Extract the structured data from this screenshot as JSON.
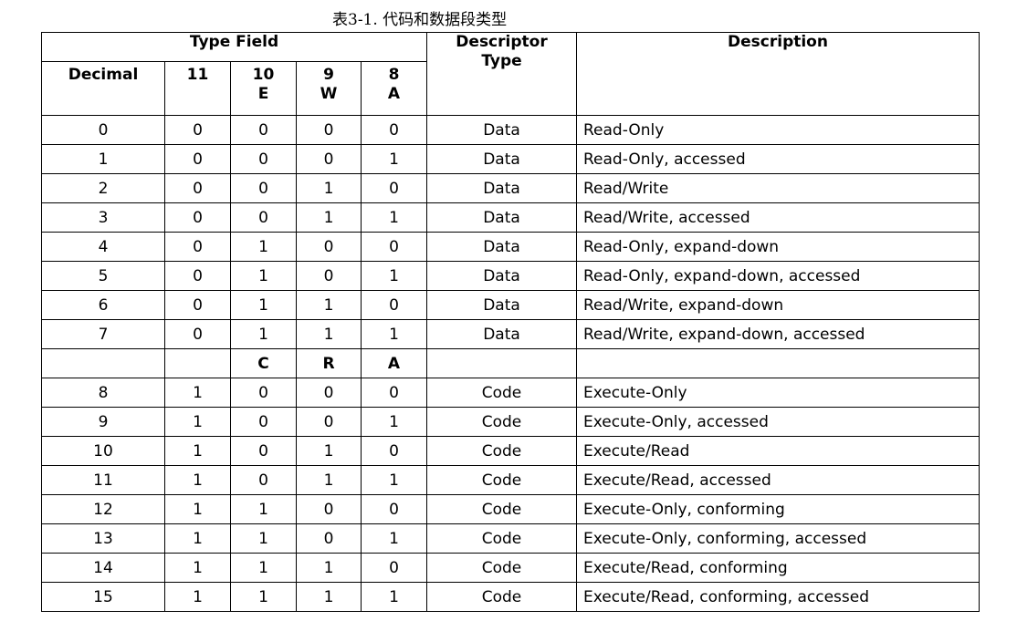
{
  "caption": "表3-1. 代码和数据段类型",
  "header": {
    "type_field": "Type Field",
    "descriptor_type_line1": "Descriptor",
    "descriptor_type_line2": "Type",
    "description": "Description",
    "decimal": "Decimal",
    "bit11": "11",
    "bit10": "10",
    "bit10_flag": "E",
    "bit9": "9",
    "bit9_flag": "W",
    "bit8": "8",
    "bit8_flag": "A"
  },
  "data_rows": [
    {
      "decimal": "0",
      "b11": "0",
      "b10": "0",
      "b9": "0",
      "b8": "0",
      "type": "Data",
      "description": "Read-Only"
    },
    {
      "decimal": "1",
      "b11": "0",
      "b10": "0",
      "b9": "0",
      "b8": "1",
      "type": "Data",
      "description": "Read-Only, accessed"
    },
    {
      "decimal": "2",
      "b11": "0",
      "b10": "0",
      "b9": "1",
      "b8": "0",
      "type": "Data",
      "description": "Read/Write"
    },
    {
      "decimal": "3",
      "b11": "0",
      "b10": "0",
      "b9": "1",
      "b8": "1",
      "type": "Data",
      "description": "Read/Write, accessed"
    },
    {
      "decimal": "4",
      "b11": "0",
      "b10": "1",
      "b9": "0",
      "b8": "0",
      "type": "Data",
      "description": "Read-Only, expand-down"
    },
    {
      "decimal": "5",
      "b11": "0",
      "b10": "1",
      "b9": "0",
      "b8": "1",
      "type": "Data",
      "description": "Read-Only, expand-down, accessed"
    },
    {
      "decimal": "6",
      "b11": "0",
      "b10": "1",
      "b9": "1",
      "b8": "0",
      "type": "Data",
      "description": "Read/Write, expand-down"
    },
    {
      "decimal": "7",
      "b11": "0",
      "b10": "1",
      "b9": "1",
      "b8": "1",
      "type": "Data",
      "description": "Read/Write, expand-down, accessed"
    }
  ],
  "code_subheader": {
    "b10": "C",
    "b9": "R",
    "b8": "A"
  },
  "code_rows": [
    {
      "decimal": "8",
      "b11": "1",
      "b10": "0",
      "b9": "0",
      "b8": "0",
      "type": "Code",
      "description": "Execute-Only"
    },
    {
      "decimal": "9",
      "b11": "1",
      "b10": "0",
      "b9": "0",
      "b8": "1",
      "type": "Code",
      "description": "Execute-Only, accessed"
    },
    {
      "decimal": "10",
      "b11": "1",
      "b10": "0",
      "b9": "1",
      "b8": "0",
      "type": "Code",
      "description": "Execute/Read"
    },
    {
      "decimal": "11",
      "b11": "1",
      "b10": "0",
      "b9": "1",
      "b8": "1",
      "type": "Code",
      "description": "Execute/Read, accessed"
    },
    {
      "decimal": "12",
      "b11": "1",
      "b10": "1",
      "b9": "0",
      "b8": "0",
      "type": "Code",
      "description": "Execute-Only, conforming"
    },
    {
      "decimal": "13",
      "b11": "1",
      "b10": "1",
      "b9": "0",
      "b8": "1",
      "type": "Code",
      "description": "Execute-Only, conforming, accessed"
    },
    {
      "decimal": "14",
      "b11": "1",
      "b10": "1",
      "b9": "1",
      "b8": "0",
      "type": "Code",
      "description": "Execute/Read, conforming"
    },
    {
      "decimal": "15",
      "b11": "1",
      "b10": "1",
      "b9": "1",
      "b8": "1",
      "type": "Code",
      "description": "Execute/Read, conforming, accessed"
    }
  ]
}
